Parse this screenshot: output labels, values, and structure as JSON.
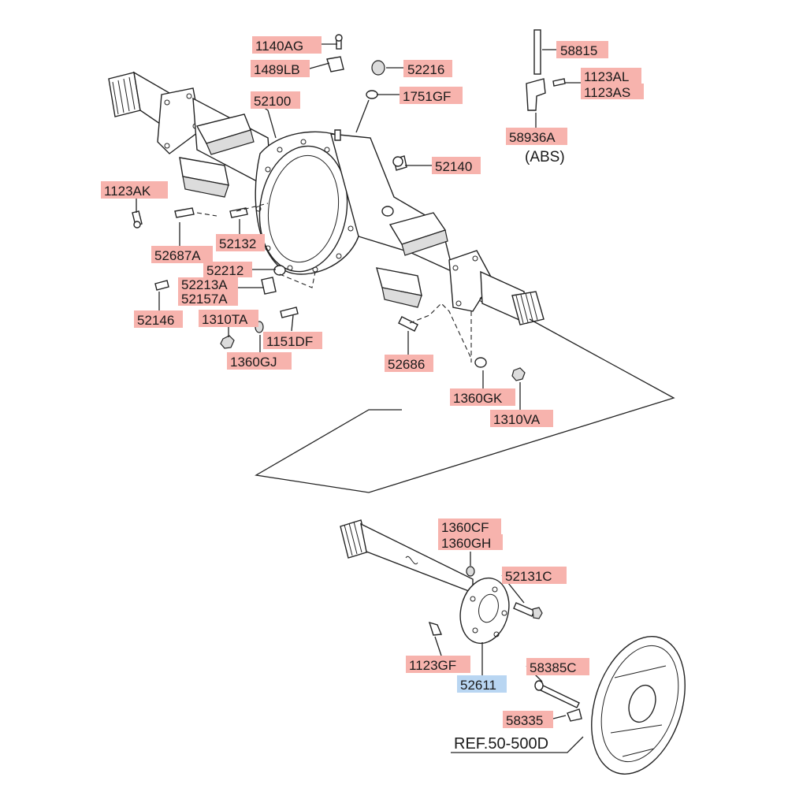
{
  "colors": {
    "label_bg": "#f7b3ad",
    "highlight_bg": "#b9d6f2",
    "line": "#222222"
  },
  "labels": {
    "p1140AG": "1140AG",
    "p1489LB": "1489LB",
    "p52216": "52216",
    "p1751GF": "1751GF",
    "p52100": "52100",
    "p52140": "52140",
    "p58815": "58815",
    "p1123AL": "1123AL",
    "p1123AS": "1123AS",
    "p58936A": "58936A",
    "abs_note": "(ABS)",
    "p1123AK": "1123AK",
    "p52687A": "52687A",
    "p52132": "52132",
    "p52212": "52212",
    "p52213A": "52213A",
    "p52157A": "52157A",
    "p52146": "52146",
    "p1310TA": "1310TA",
    "p1151DF": "1151DF",
    "p1360GJ": "1360GJ",
    "p52686": "52686",
    "p1360GK": "1360GK",
    "p1310VA": "1310VA",
    "p1360CF": "1360CF",
    "p1360GH": "1360GH",
    "p52131C": "52131C",
    "p1123GF": "1123GF",
    "p52611": "52611",
    "p58385C": "58385C",
    "p58335": "58335",
    "ref_note": "REF.50-500D"
  }
}
